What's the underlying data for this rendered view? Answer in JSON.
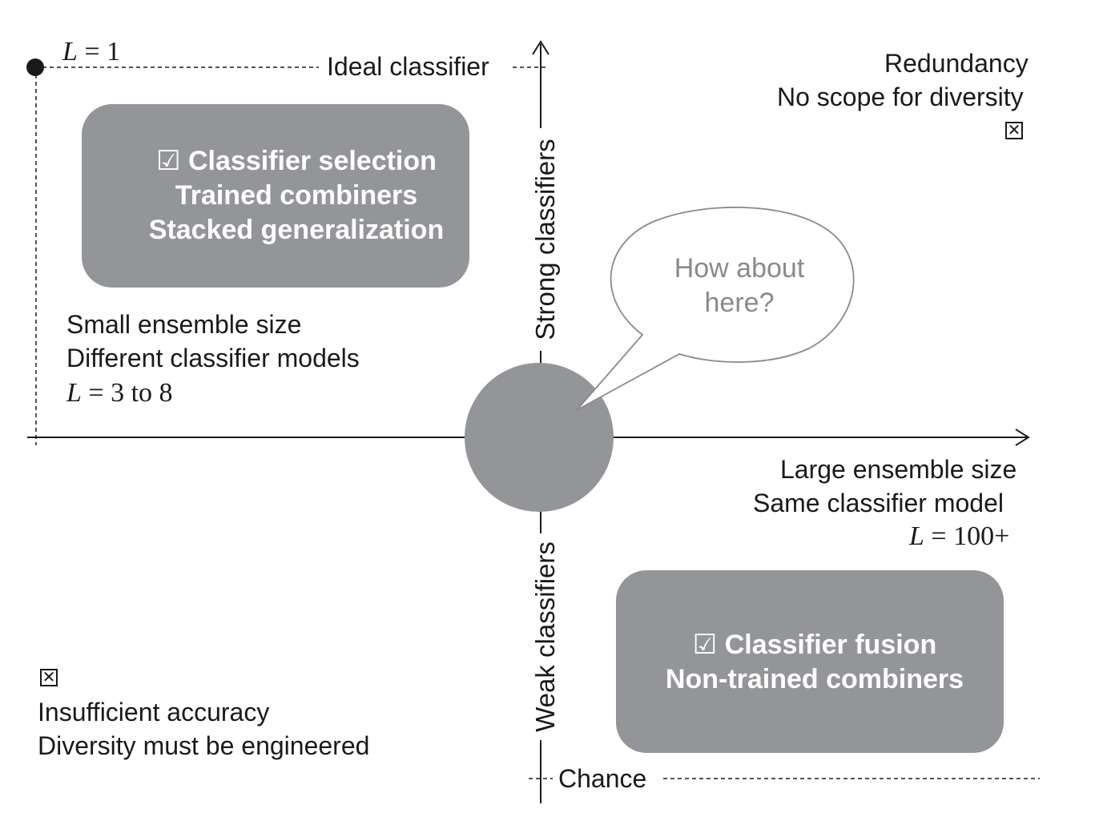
{
  "top_left_label": {
    "var": "L",
    "value": " = 1"
  },
  "ideal_label": "Ideal classifier",
  "chance_label": "Chance",
  "strong_axis_label": "Strong classifiers",
  "weak_axis_label": "Weak classifiers",
  "top_right": {
    "line1": "Redundancy",
    "line2": "No scope for diversity",
    "icon": "x-box-icon"
  },
  "top_left_box": {
    "check_icon": "☑",
    "line1": "Classifier selection",
    "line2": "Trained combiners",
    "line3": "Stacked generalization"
  },
  "left_mid": {
    "line1": "Small ensemble size",
    "line2": "Different classifier models",
    "l_var": "L",
    "l_value": " = 3 to 8"
  },
  "bubble": {
    "line1": "How about",
    "line2": "here?"
  },
  "right_mid": {
    "line1": "Large ensemble size",
    "line2": "Same classifier model",
    "l_var": "L",
    "l_value": " = 100+"
  },
  "bottom_right_box": {
    "check_icon": "☑",
    "line1": "Classifier fusion",
    "line2": "Non-trained combiners"
  },
  "bottom_left": {
    "icon": "x-box-icon",
    "line1": "Insufficient accuracy",
    "line2": "Diversity must be engineered"
  },
  "colors": {
    "box_fill": "#939598",
    "bubble_text": "#8a8a8a",
    "ink": "#1a1a1a"
  }
}
